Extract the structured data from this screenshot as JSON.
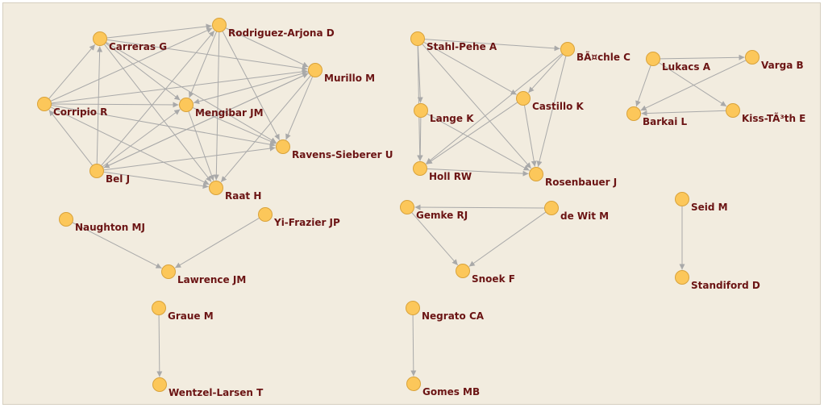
{
  "graph": {
    "edge_color": "#a9a9a9",
    "node_fill": "#fcc75a",
    "node_stroke": "#d9a23a",
    "label_color": "#6b1414",
    "nodes": [
      {
        "id": "carreras",
        "label": "Carreras G"
      },
      {
        "id": "rodriguez",
        "label": "Rodriguez-Arjona D"
      },
      {
        "id": "murillo",
        "label": "Murillo M"
      },
      {
        "id": "corripio",
        "label": "Corripio R"
      },
      {
        "id": "mengibar",
        "label": "Mengibar JM"
      },
      {
        "id": "ravens",
        "label": "Ravens-Sieberer U"
      },
      {
        "id": "bel",
        "label": "Bel J"
      },
      {
        "id": "raat",
        "label": "Raat H"
      },
      {
        "id": "stahl",
        "label": "Stahl-Pehe A"
      },
      {
        "id": "bachle",
        "label": "BÃ¤chle C"
      },
      {
        "id": "lange",
        "label": "Lange K"
      },
      {
        "id": "castillo",
        "label": "Castillo K"
      },
      {
        "id": "holl",
        "label": "Holl RW"
      },
      {
        "id": "rosenbauer",
        "label": "Rosenbauer J"
      },
      {
        "id": "lukacs",
        "label": "Lukacs A"
      },
      {
        "id": "varga",
        "label": "Varga B"
      },
      {
        "id": "barkai",
        "label": "Barkai L"
      },
      {
        "id": "kiss",
        "label": "Kiss-TÃ³th E"
      },
      {
        "id": "naughton",
        "label": "Naughton MJ"
      },
      {
        "id": "yifrazier",
        "label": "Yi-Frazier JP"
      },
      {
        "id": "lawrence",
        "label": "Lawrence JM"
      },
      {
        "id": "gemke",
        "label": "Gemke RJ"
      },
      {
        "id": "dewit",
        "label": "de Wit M"
      },
      {
        "id": "snoek",
        "label": "Snoek F"
      },
      {
        "id": "seid",
        "label": "Seid M"
      },
      {
        "id": "standiford",
        "label": "Standiford D"
      },
      {
        "id": "graue",
        "label": "Graue M"
      },
      {
        "id": "wentzel",
        "label": "Wentzel-Larsen T"
      },
      {
        "id": "negrato",
        "label": "Negrato CA"
      },
      {
        "id": "gomes",
        "label": "Gomes MB"
      }
    ],
    "edges": [
      [
        "carreras",
        "rodriguez"
      ],
      [
        "carreras",
        "murillo"
      ],
      [
        "carreras",
        "mengibar"
      ],
      [
        "carreras",
        "ravens"
      ],
      [
        "carreras",
        "raat"
      ],
      [
        "corripio",
        "carreras"
      ],
      [
        "corripio",
        "rodriguez"
      ],
      [
        "corripio",
        "murillo"
      ],
      [
        "corripio",
        "mengibar"
      ],
      [
        "corripio",
        "ravens"
      ],
      [
        "corripio",
        "raat"
      ],
      [
        "bel",
        "carreras"
      ],
      [
        "bel",
        "rodriguez"
      ],
      [
        "bel",
        "murillo"
      ],
      [
        "bel",
        "mengibar"
      ],
      [
        "bel",
        "ravens"
      ],
      [
        "bel",
        "raat"
      ],
      [
        "bel",
        "corripio"
      ],
      [
        "rodriguez",
        "mengibar"
      ],
      [
        "rodriguez",
        "ravens"
      ],
      [
        "rodriguez",
        "raat"
      ],
      [
        "rodriguez",
        "murillo"
      ],
      [
        "murillo",
        "mengibar"
      ],
      [
        "murillo",
        "ravens"
      ],
      [
        "murillo",
        "raat"
      ],
      [
        "murillo",
        "bel"
      ],
      [
        "mengibar",
        "raat"
      ],
      [
        "mengibar",
        "ravens"
      ],
      [
        "stahl",
        "bachle"
      ],
      [
        "stahl",
        "lange"
      ],
      [
        "stahl",
        "castillo"
      ],
      [
        "stahl",
        "holl"
      ],
      [
        "stahl",
        "rosenbauer"
      ],
      [
        "bachle",
        "castillo"
      ],
      [
        "bachle",
        "holl"
      ],
      [
        "bachle",
        "rosenbauer"
      ],
      [
        "lange",
        "holl"
      ],
      [
        "lange",
        "rosenbauer"
      ],
      [
        "castillo",
        "holl"
      ],
      [
        "castillo",
        "rosenbauer"
      ],
      [
        "holl",
        "rosenbauer"
      ],
      [
        "lukacs",
        "varga"
      ],
      [
        "lukacs",
        "barkai"
      ],
      [
        "lukacs",
        "kiss"
      ],
      [
        "varga",
        "barkai"
      ],
      [
        "kiss",
        "barkai"
      ],
      [
        "naughton",
        "lawrence"
      ],
      [
        "yifrazier",
        "lawrence"
      ],
      [
        "dewit",
        "gemke"
      ],
      [
        "dewit",
        "snoek"
      ],
      [
        "gemke",
        "snoek"
      ],
      [
        "seid",
        "standiford"
      ],
      [
        "graue",
        "wentzel"
      ],
      [
        "negrato",
        "gomes"
      ]
    ]
  }
}
